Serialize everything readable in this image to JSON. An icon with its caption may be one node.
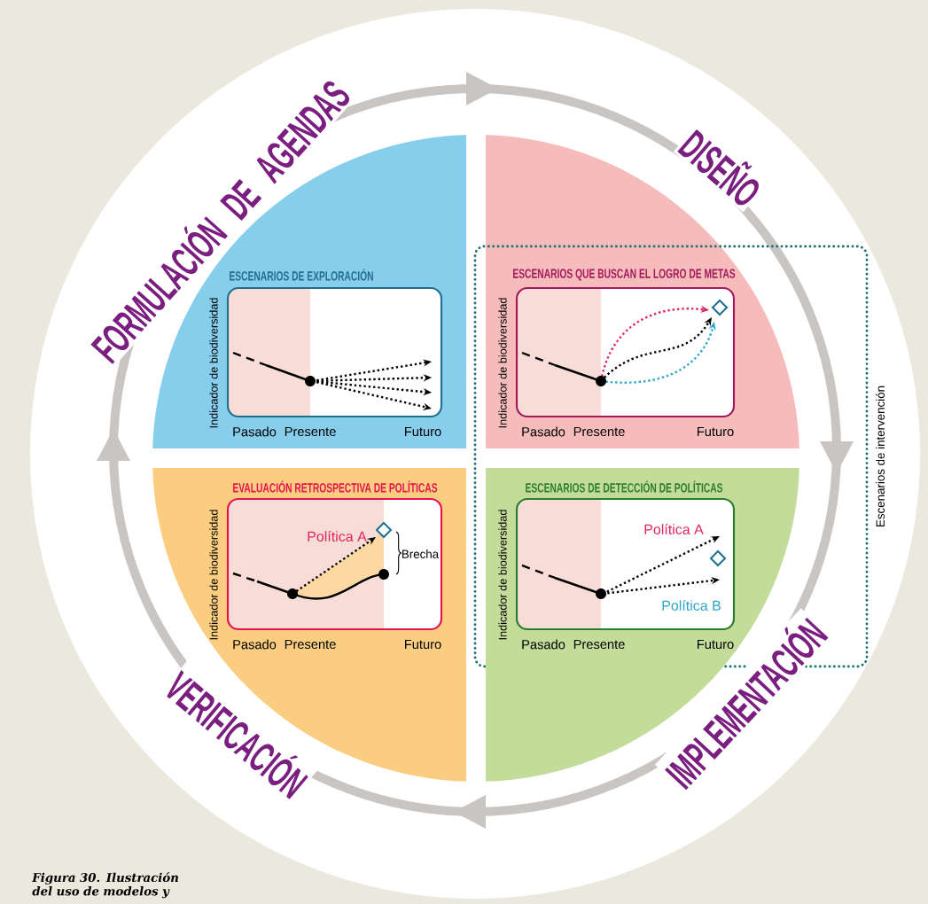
{
  "diagram": {
    "caption": "Figura 30. Ilustración del uso de modelos y",
    "nodes": [
      {
        "text": [
          "ESCENARIOS DE EXPLORACIÓN"
        ]
      },
      {
        "text": [],
        "shape": "box",
        "in": 0,
        "beside": [
          "Indicador de biodiversidad",
          "Pasado",
          "Presente",
          "Futuro"
        ]
      },
      {
        "text": [
          "ESCENARIOS QUE BUSCAN EL LOGRO DE METAS"
        ]
      },
      {
        "text": [],
        "shape": "box"
      },
      {
        "text": [
          "Escenarios de intervención"
        ]
      },
      {
        "text": [
          "EVALUACIÓN RETROSPECTIVA DE POLÍTICAS"
        ]
      },
      {
        "text": [
          "Política A",
          "Brecha"
        ],
        "in": 5,
        "beside": [
          "Indicador de biodiversidad",
          "Pasado",
          "Presente",
          "Futuro"
        ]
      },
      {
        "text": [
          "ESCENARIOS DE DETECCIÓN DE POLÍTICAS"
        ]
      },
      {
        "text": [
          "Política A",
          "Política B"
        ]
      }
    ],
    "labels": [
      "FORMULACIÓN DE AGENDAS",
      "DISEÑO",
      "Indicador de biodiversidad",
      "Pasado",
      "Presente",
      "Futuro",
      "Indicador de biodiversidad",
      "Pasado",
      "Presente",
      "Futuro",
      "VERIFICACIÓN",
      "IMPLEMENTACIÓN"
    ]
  }
}
